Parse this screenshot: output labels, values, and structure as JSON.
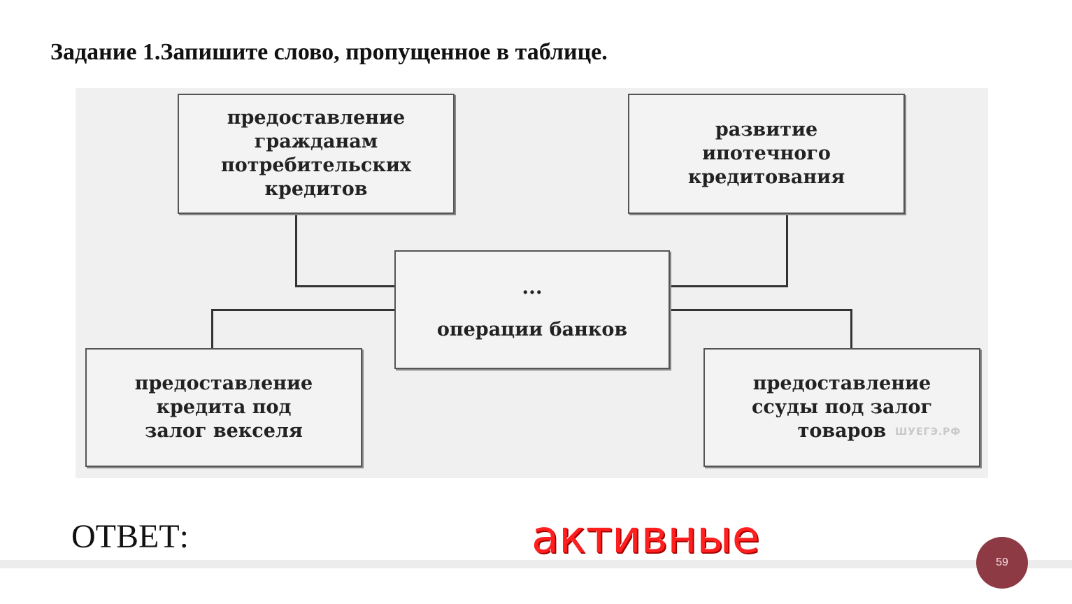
{
  "slide": {
    "title": "Задание 1.Запишите слово, пропущенное в таблице.",
    "answer_label": "ОТВЕТ:",
    "answer_value": "активные",
    "page_number": "59",
    "answer_color": "#ff1f1f",
    "accent_color": "#8e3a45"
  },
  "diagram": {
    "center": {
      "placeholder": "...",
      "text": "операции банков"
    },
    "top_left": {
      "lines": [
        "предоставление",
        "гражданам",
        "потребительских",
        "кредитов"
      ]
    },
    "top_right": {
      "lines": [
        "развитие",
        "ипотечного",
        "кредитования"
      ]
    },
    "bottom_left": {
      "lines": [
        "предоставление",
        "кредита под",
        "залог векселя"
      ]
    },
    "bottom_right": {
      "lines": [
        "предоставление",
        "ссуды под залог",
        "товаров"
      ]
    },
    "watermark": "ШУЕГЭ.РФ"
  }
}
